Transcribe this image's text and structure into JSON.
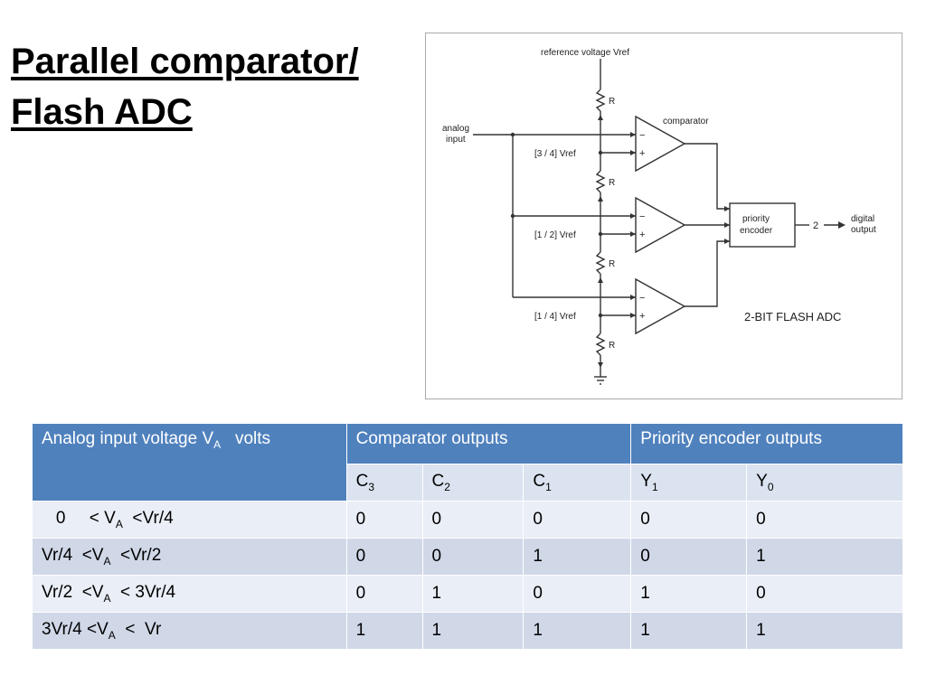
{
  "title": {
    "line1": "Parallel  comparator/",
    "line2": "Flash ADC"
  },
  "diagram": {
    "ref_label": "reference voltage Vref",
    "analog_label_1": "analog",
    "analog_label_2": "input",
    "comparator_label": "comparator",
    "resistor_label": "R",
    "tap_3_4": "[3 / 4]  Vref",
    "tap_1_2": "[1 / 2]  Vref",
    "tap_1_4": "[1 / 4]  Vref",
    "minus": "−",
    "plus": "+",
    "encoder_line1": "priority",
    "encoder_line2": "encoder",
    "bus_width": "2",
    "output_label_1": "digital",
    "output_label_2": "output",
    "caption": "2-BIT FLASH ADC"
  },
  "table": {
    "h_analog_pre": "Analog input voltage V",
    "h_analog_sub": "A",
    "h_analog_post": "   volts",
    "h_comp": "Comparator outputs",
    "h_enc": "Priority encoder outputs",
    "sub": [
      {
        "main": "C",
        "sub": "3"
      },
      {
        "main": "C",
        "sub": "2"
      },
      {
        "main": "C",
        "sub": "1"
      },
      {
        "main": "Y",
        "sub": "1"
      },
      {
        "main": "Y",
        "sub": "0"
      }
    ],
    "rows": [
      {
        "pre": "   0     < V",
        "sub": "A",
        "post": "  <Vr/4",
        "vals": [
          "0",
          "0",
          "0",
          "0",
          "0"
        ]
      },
      {
        "pre": "Vr/4  <V",
        "sub": "A",
        "post": "  <Vr/2",
        "vals": [
          "0",
          "0",
          "1",
          "0",
          "1"
        ]
      },
      {
        "pre": "Vr/2  <V",
        "sub": "A",
        "post": "  < 3Vr/4",
        "vals": [
          "0",
          "1",
          "0",
          "1",
          "0"
        ]
      },
      {
        "pre": "3Vr/4 <V",
        "sub": "A",
        "post": "  <  Vr",
        "vals": [
          "1",
          "1",
          "1",
          "1",
          "1"
        ]
      }
    ]
  }
}
